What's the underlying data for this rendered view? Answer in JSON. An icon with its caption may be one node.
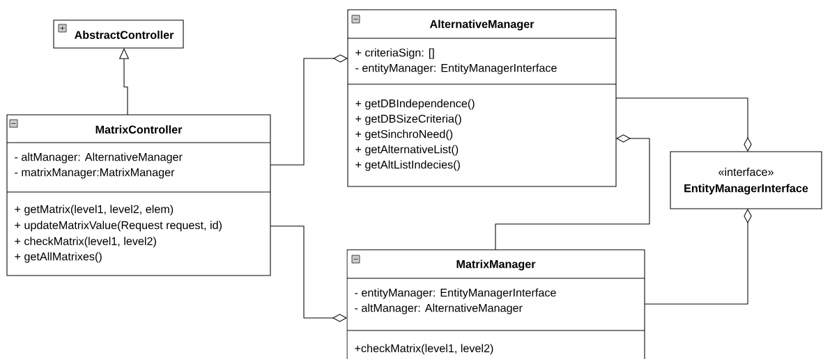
{
  "diagram": {
    "nodes": [
      {
        "text": [
          "AbstractController"
        ]
      },
      {
        "text": [
          "MatrixController",
          "- altManager: AlternativeManager",
          "- matrixManager:MatrixManager",
          "+ getMatrix(level1, level2, elem)",
          "+ updateMatrixValue(Request request, id)",
          "+ checkMatrix(level1, level2)",
          "+ getAllMatrixes()"
        ]
      },
      {
        "text": [
          "AlternativeManager",
          "+ criteriaSign: []",
          "- entityManager: EntityManagerInterface",
          "+ getDBIndependence()",
          "+ getDBSizeCriteria()",
          "+ getSinchroNeed()",
          "+ getAlternativeList()",
          "+ getAltListIndecies()"
        ]
      },
      {
        "text": [
          "«interface»",
          "EntityManagerInterface"
        ]
      },
      {
        "text": [
          "MatrixManager",
          "- entityManager: EntityManagerInterface",
          "- altManager: AlternativeManager",
          "+checkMatrix(level1, level2)"
        ]
      }
    ],
    "edges": [
      {
        "from": 1,
        "to": 0,
        "arrow": "to"
      },
      {
        "from": 1,
        "to": 2,
        "arrow": "other"
      },
      {
        "from": 1,
        "to": 4,
        "arrow": "other"
      },
      {
        "from": 4,
        "to": 2,
        "arrow": "other"
      },
      {
        "from": 2,
        "to": 3,
        "arrow": "other"
      },
      {
        "from": 4,
        "to": 3,
        "arrow": "other"
      }
    ]
  }
}
